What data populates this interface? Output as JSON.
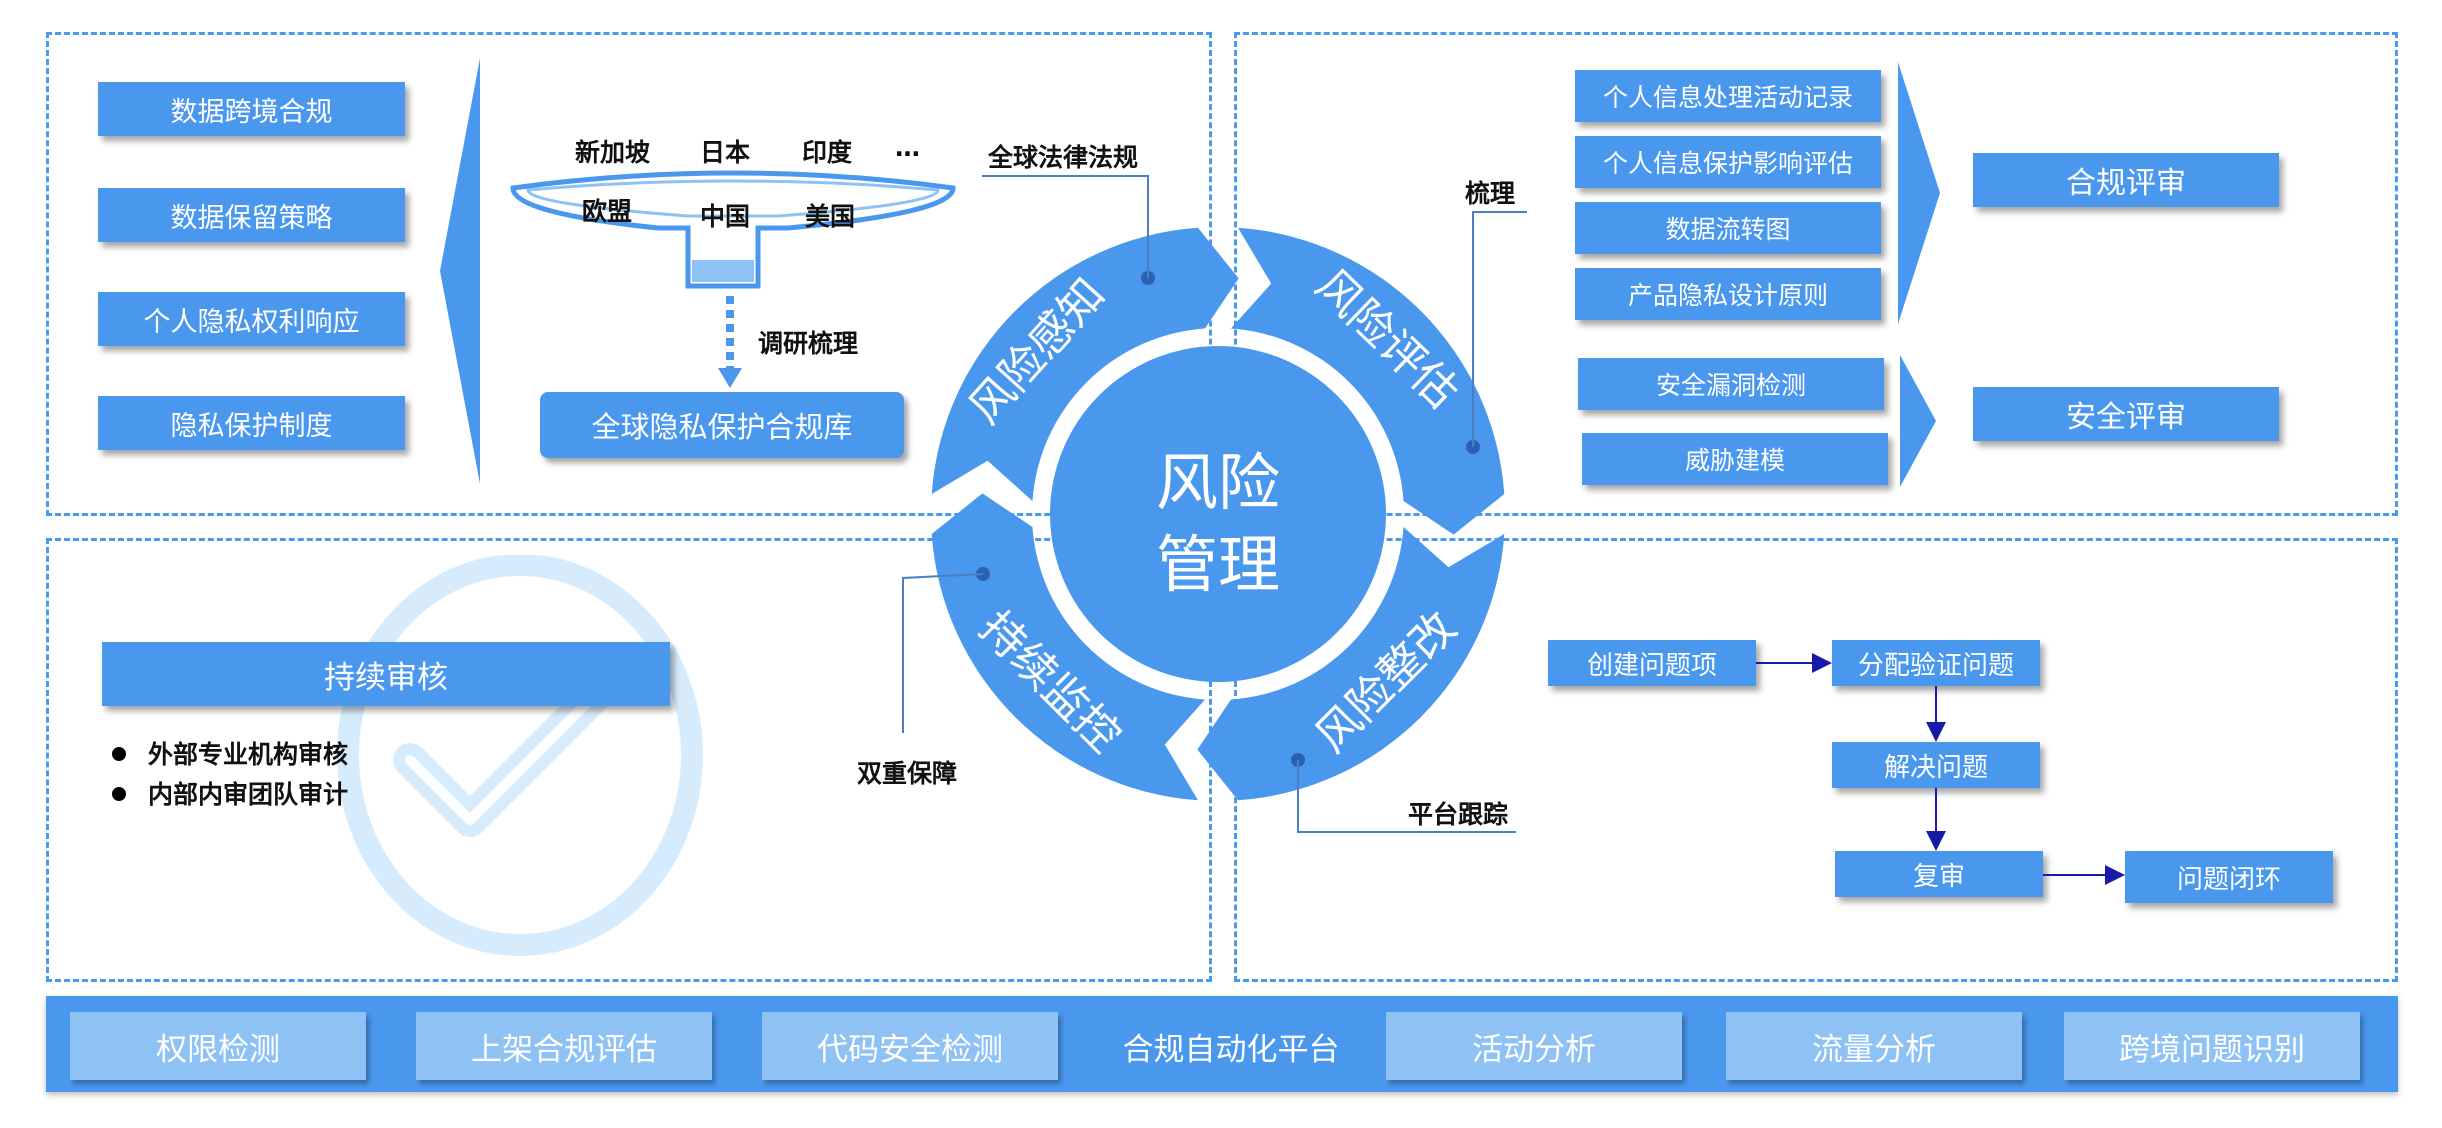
{
  "colors": {
    "primary": "#4a98ee",
    "light": "#8ec2f4",
    "dash": "#4a9aec",
    "arrow": "#1a1aa8",
    "watermark": "#d6ebfb"
  },
  "left_panel": {
    "items": [
      "数据跨境合规",
      "数据保留策略",
      "个人隐私权利响应",
      "隐私保护制度"
    ],
    "countries_top": [
      "新加坡",
      "日本",
      "印度",
      "…"
    ],
    "countries_bottom": [
      "欧盟",
      "中国",
      "美国"
    ],
    "research_label": "调研梳理",
    "library_label": "全球隐私保护合规库"
  },
  "center": {
    "title_line1": "风险",
    "title_line2": "管理",
    "segments": [
      "风险感知",
      "风险评估",
      "风险整改",
      "持续监控"
    ],
    "callouts": {
      "global_law": "全球法律法规",
      "organize": "梳理",
      "platform_track": "平台跟踪",
      "double_guard": "双重保障"
    }
  },
  "right_top": {
    "compliance_items": [
      "个人信息处理活动记录",
      "个人信息保护影响评估",
      "数据流转图",
      "产品隐私设计原则"
    ],
    "compliance_review": "合规评审",
    "security_items": [
      "安全漏洞检测",
      "威胁建模"
    ],
    "security_review": "安全评审"
  },
  "left_bottom": {
    "audit_title": "持续审核",
    "audit_items": [
      "外部专业机构审核",
      "内部内审团队审计"
    ]
  },
  "right_bottom": {
    "flow": [
      "创建问题项",
      "分配验证问题",
      "解决问题",
      "复审",
      "问题闭环"
    ]
  },
  "bottom_bar": {
    "left": [
      "权限检测",
      "上架合规评估",
      "代码安全检测"
    ],
    "center": "合规自动化平台",
    "right": [
      "活动分析",
      "流量分析",
      "跨境问题识别"
    ]
  }
}
